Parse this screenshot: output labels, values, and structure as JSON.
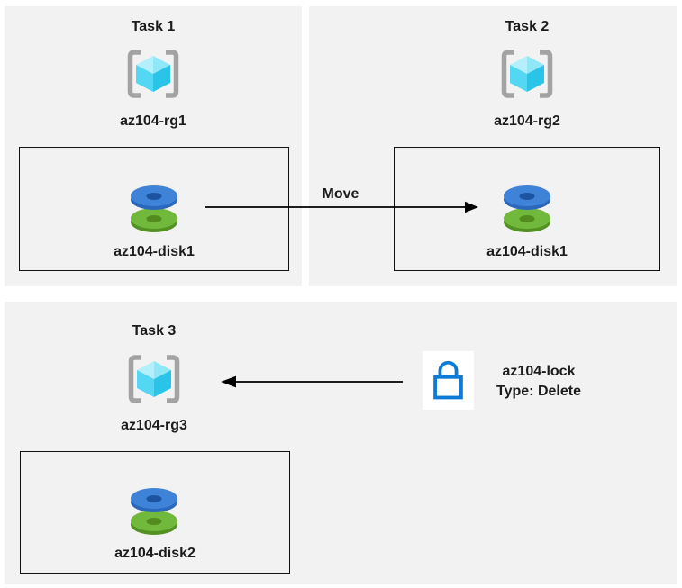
{
  "panels": [
    {
      "title": "Task 1",
      "resource_group": "az104-rg1",
      "disk": "az104-disk1"
    },
    {
      "title": "Task 2",
      "resource_group": "az104-rg2",
      "disk": "az104-disk1"
    },
    {
      "title": "Task 3",
      "resource_group": "az104-rg3",
      "disk": "az104-disk2"
    }
  ],
  "move_arrow": {
    "label": "Move"
  },
  "lock": {
    "name": "az104-lock",
    "type": "Type: Delete"
  },
  "icons": [
    "resource-group-icon",
    "disk-icon",
    "lock-icon",
    "move-arrow-icon",
    "lock-arrow-icon"
  ],
  "colors": {
    "panel_bg": "#f2f2f2",
    "box_border": "#111111",
    "arrow": "#000000",
    "text": "#1c1c1c",
    "lock_blue": "#0d7bd6",
    "disk_blue_top": "#3f83d9",
    "disk_blue_side": "#2b68bb",
    "disk_blue_hole": "#1d54a2",
    "disk_green_top": "#71b93c",
    "disk_green_side": "#549123",
    "disk_green_hole": "#528c1d",
    "cube_top_left": "#b4f0fb",
    "cube_top_right": "#8fe7f8",
    "cube_left": "#53d7f2",
    "cube_right": "#29c4e8",
    "bracket_gray": "#a3a3a3"
  }
}
